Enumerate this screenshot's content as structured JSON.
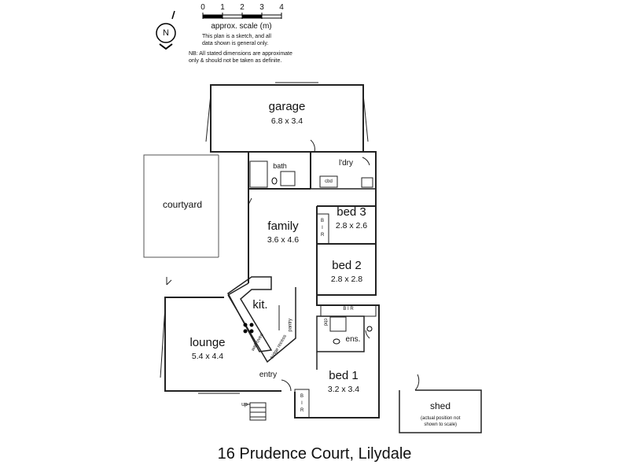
{
  "header": {
    "scale_ticks": [
      "0",
      "1",
      "2",
      "3",
      "4"
    ],
    "scale_label": "approx. scale (m)",
    "disclaimer_lines": [
      "This plan is a sketch, and all",
      "data shown is general only."
    ],
    "nb_lines": [
      "NB: All stated dimensions are approximate",
      "only & should not be taken as definite."
    ],
    "compass_letter": "N"
  },
  "rooms": {
    "garage": {
      "name": "garage",
      "dims": "6.8 x 3.4"
    },
    "bath": {
      "name": "bath"
    },
    "ldry": {
      "name": "l'dry"
    },
    "cbd_ldry": {
      "name": "cbd"
    },
    "courtyard": {
      "name": "courtyard"
    },
    "family": {
      "name": "family",
      "dims": "3.6 x 4.6"
    },
    "bed3": {
      "name": "bed 3",
      "dims": "2.8 x 2.6"
    },
    "bed2": {
      "name": "bed 2",
      "dims": "2.8 x 2.8"
    },
    "kit": {
      "name": "kit."
    },
    "pantry": {
      "name": "pantry"
    },
    "wall_oven": {
      "name": "wall oven"
    },
    "fridge_recess": {
      "name": "fridge recess"
    },
    "lounge": {
      "name": "lounge",
      "dims": "5.4 x 4.4"
    },
    "entry": {
      "name": "entry"
    },
    "bed1": {
      "name": "bed 1",
      "dims": "3.2 x 3.4"
    },
    "ens": {
      "name": "ens."
    },
    "cbd_ens": {
      "name": "cbd"
    },
    "shed": {
      "name": "shed",
      "note_lines": [
        "(actual position not",
        "shown to scale)"
      ]
    },
    "up": {
      "name": "up"
    }
  },
  "bir_labels": {
    "bed3": "B I R",
    "bed2": "B I R",
    "bed1": "B I R"
  },
  "footer": {
    "address": "16 Prudence Court, Lilydale"
  }
}
